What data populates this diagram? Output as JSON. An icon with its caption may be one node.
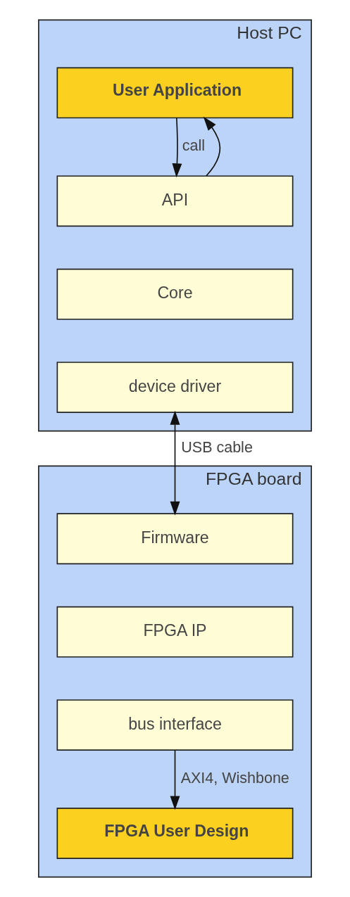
{
  "diagram": {
    "nodes": [
      {
        "text": [
          "Host PC"
        ]
      },
      {
        "text": [
          "User Application"
        ],
        "in": 0
      },
      {
        "text": [
          "API"
        ],
        "in": 0
      },
      {
        "text": [
          "Core"
        ],
        "in": 0
      },
      {
        "text": [
          "device driver"
        ],
        "in": 0
      },
      {
        "text": [
          "FPGA board"
        ]
      },
      {
        "text": [
          "Firmware"
        ],
        "in": 5
      },
      {
        "text": [
          "FPGA IP"
        ],
        "in": 5
      },
      {
        "text": [
          "bus interface"
        ],
        "in": 5
      },
      {
        "text": [
          "FPGA User Design"
        ],
        "in": 5
      }
    ],
    "edges": [
      {
        "from": 1,
        "to": 2,
        "arrow": "to",
        "label": "call"
      },
      {
        "from": 2,
        "to": 1,
        "arrow": "to"
      },
      {
        "from": 4,
        "to": 6,
        "arrow": "both",
        "label": "USB cable"
      },
      {
        "from": 8,
        "to": 9,
        "arrow": "to",
        "label": "AXI4, Wishbone"
      }
    ]
  }
}
